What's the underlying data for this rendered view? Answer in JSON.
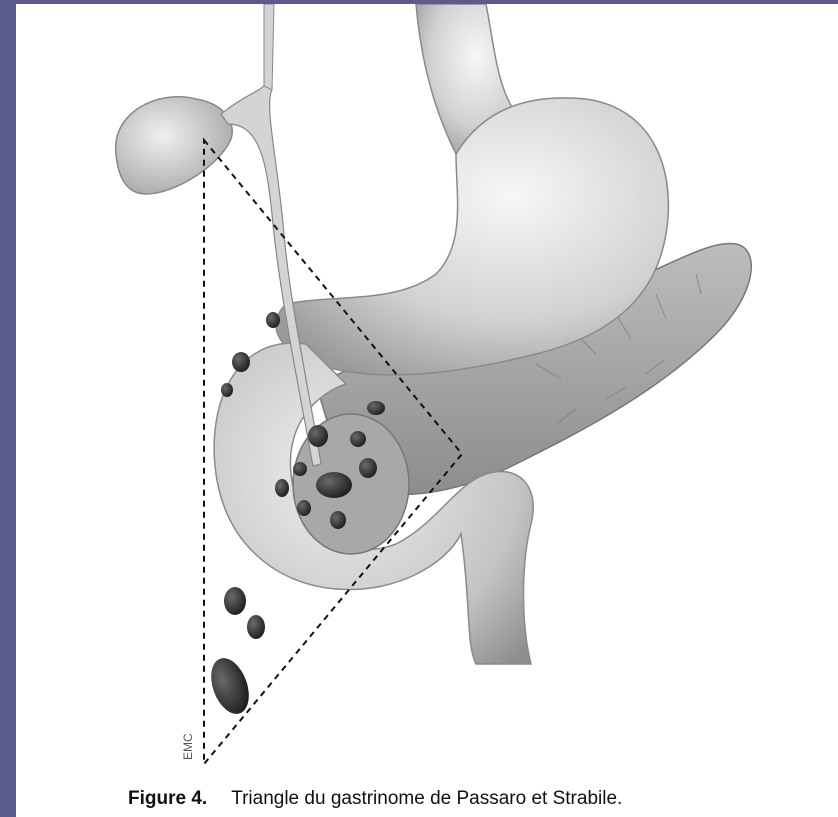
{
  "figure": {
    "label": "Figure 4.",
    "caption": "Triangle du gastrinome de Passaro et Strabile.",
    "signature": "EMC"
  },
  "colors": {
    "frame": "#5b5b8c",
    "page": "#ffffff",
    "organ": "#c9c9c9",
    "nodule": "#2c2c2c",
    "triangle": "#111111"
  }
}
